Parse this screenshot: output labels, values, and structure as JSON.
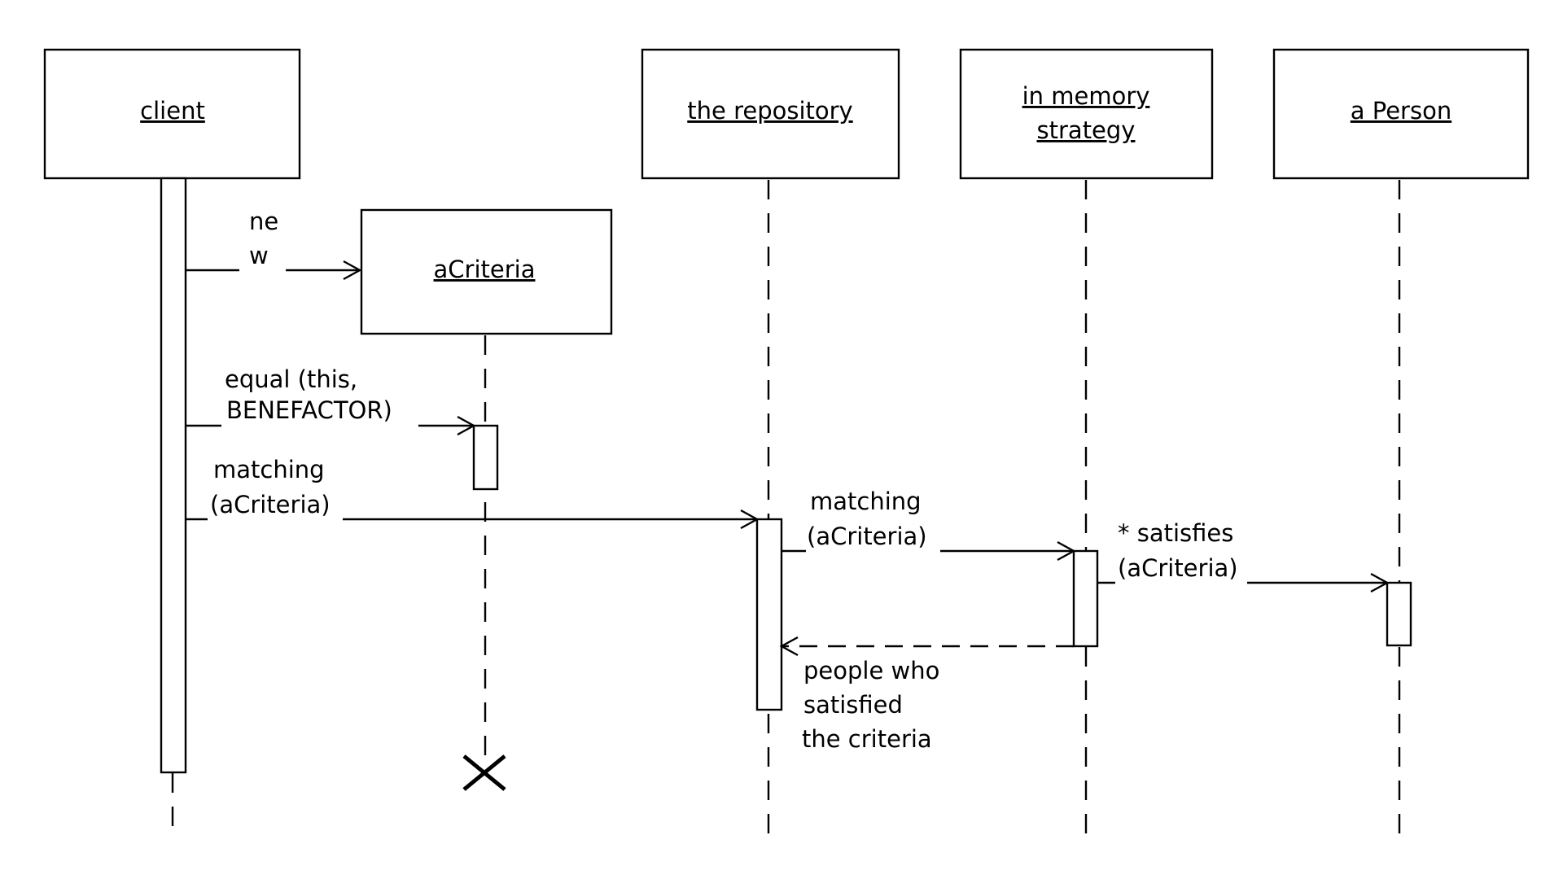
{
  "participants": {
    "client": "client",
    "criteria": "aCriteria",
    "repository": "the repository",
    "strategy_line1": "in memory",
    "strategy_line2": "strategy",
    "person": "a Person"
  },
  "messages": {
    "create_line1": "ne",
    "create_line2": "w",
    "equal_line1": "equal (this,",
    "equal_line2": "BENEFACTOR)",
    "matching1_line1": "matching",
    "matching1_line2": "(aCriteria)",
    "matching2_line1": "matching",
    "matching2_line2": "(aCriteria)",
    "satisfies_line1": "* satisfies",
    "satisfies_line2": "(aCriteria)",
    "return_line1": "people who",
    "return_line2": "satisfied",
    "return_line3": "the criteria"
  }
}
